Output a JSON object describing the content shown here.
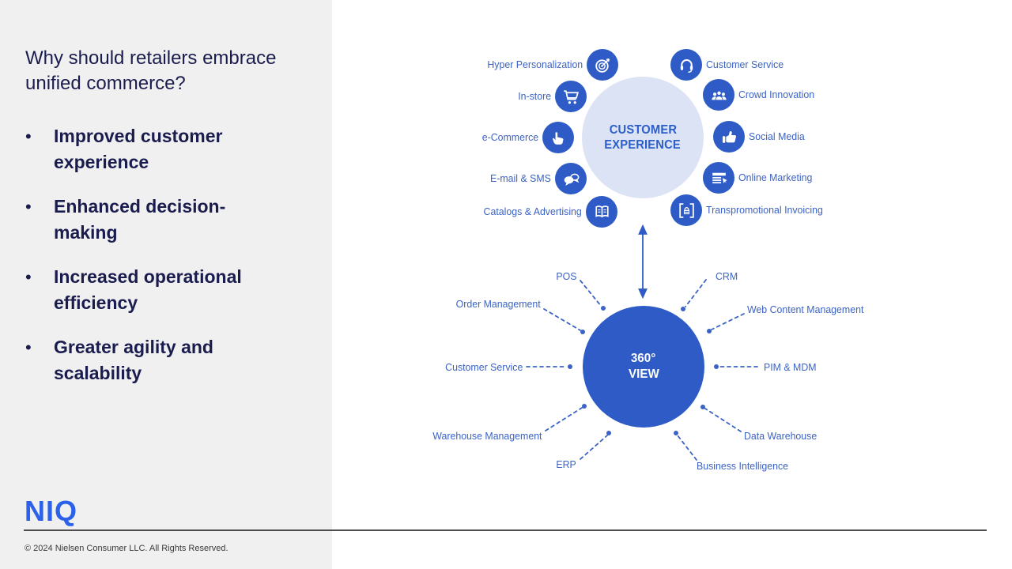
{
  "colors": {
    "navy": "#1a1c4e",
    "icon-blue": "#2e5bc6",
    "label-blue": "#3b62c5",
    "light-circle": "#dce3f4",
    "ce-text": "#2b5ec9",
    "logo-blue": "#2b62e9",
    "panel-gray": "#f0f0f1",
    "rule-gray": "#4d4d4d",
    "copyright-gray": "#3a3a3a"
  },
  "panel": {
    "title": "Why should retailers embrace unified commerce?",
    "bullet_marker": "•",
    "bullets": [
      "Improved customer experience",
      "Enhanced decision-making",
      "Increased operational efficiency",
      "Greater agility and scalability"
    ]
  },
  "footer": {
    "logo": "NIQ",
    "copyright": "© 2024 Nielsen Consumer LLC. All Rights Reserved."
  },
  "diagram": {
    "customer_experience": {
      "line1": "CUSTOMER",
      "line2": "EXPERIENCE"
    },
    "view": {
      "line1": "360°",
      "line2": "VIEW"
    },
    "channels": [
      {
        "label": "Hyper Personalization",
        "icon": "target-icon"
      },
      {
        "label": "In-store",
        "icon": "shopping-cart-icon"
      },
      {
        "label": "e-Commerce",
        "icon": "click-hand-icon"
      },
      {
        "label": "E-mail & SMS",
        "icon": "chat-bubbles-icon"
      },
      {
        "label": "Catalogs & Advertising",
        "icon": "open-book-icon"
      },
      {
        "label": "Customer Service",
        "icon": "headset-icon"
      },
      {
        "label": "Crowd Innovation",
        "icon": "people-group-icon"
      },
      {
        "label": "Social Media",
        "icon": "thumbs-up-icon"
      },
      {
        "label": "Online Marketing",
        "icon": "webpage-cursor-icon"
      },
      {
        "label": "Transpromotional Invoicing",
        "icon": "invoice-basket-icon"
      }
    ],
    "systems": [
      {
        "label": "POS"
      },
      {
        "label": "Order Management"
      },
      {
        "label": "Customer Service"
      },
      {
        "label": "Warehouse Management"
      },
      {
        "label": "ERP"
      },
      {
        "label": "CRM"
      },
      {
        "label": "Web Content Management"
      },
      {
        "label": "PIM & MDM"
      },
      {
        "label": "Data Warehouse"
      },
      {
        "label": "Business Intelligence"
      }
    ]
  }
}
